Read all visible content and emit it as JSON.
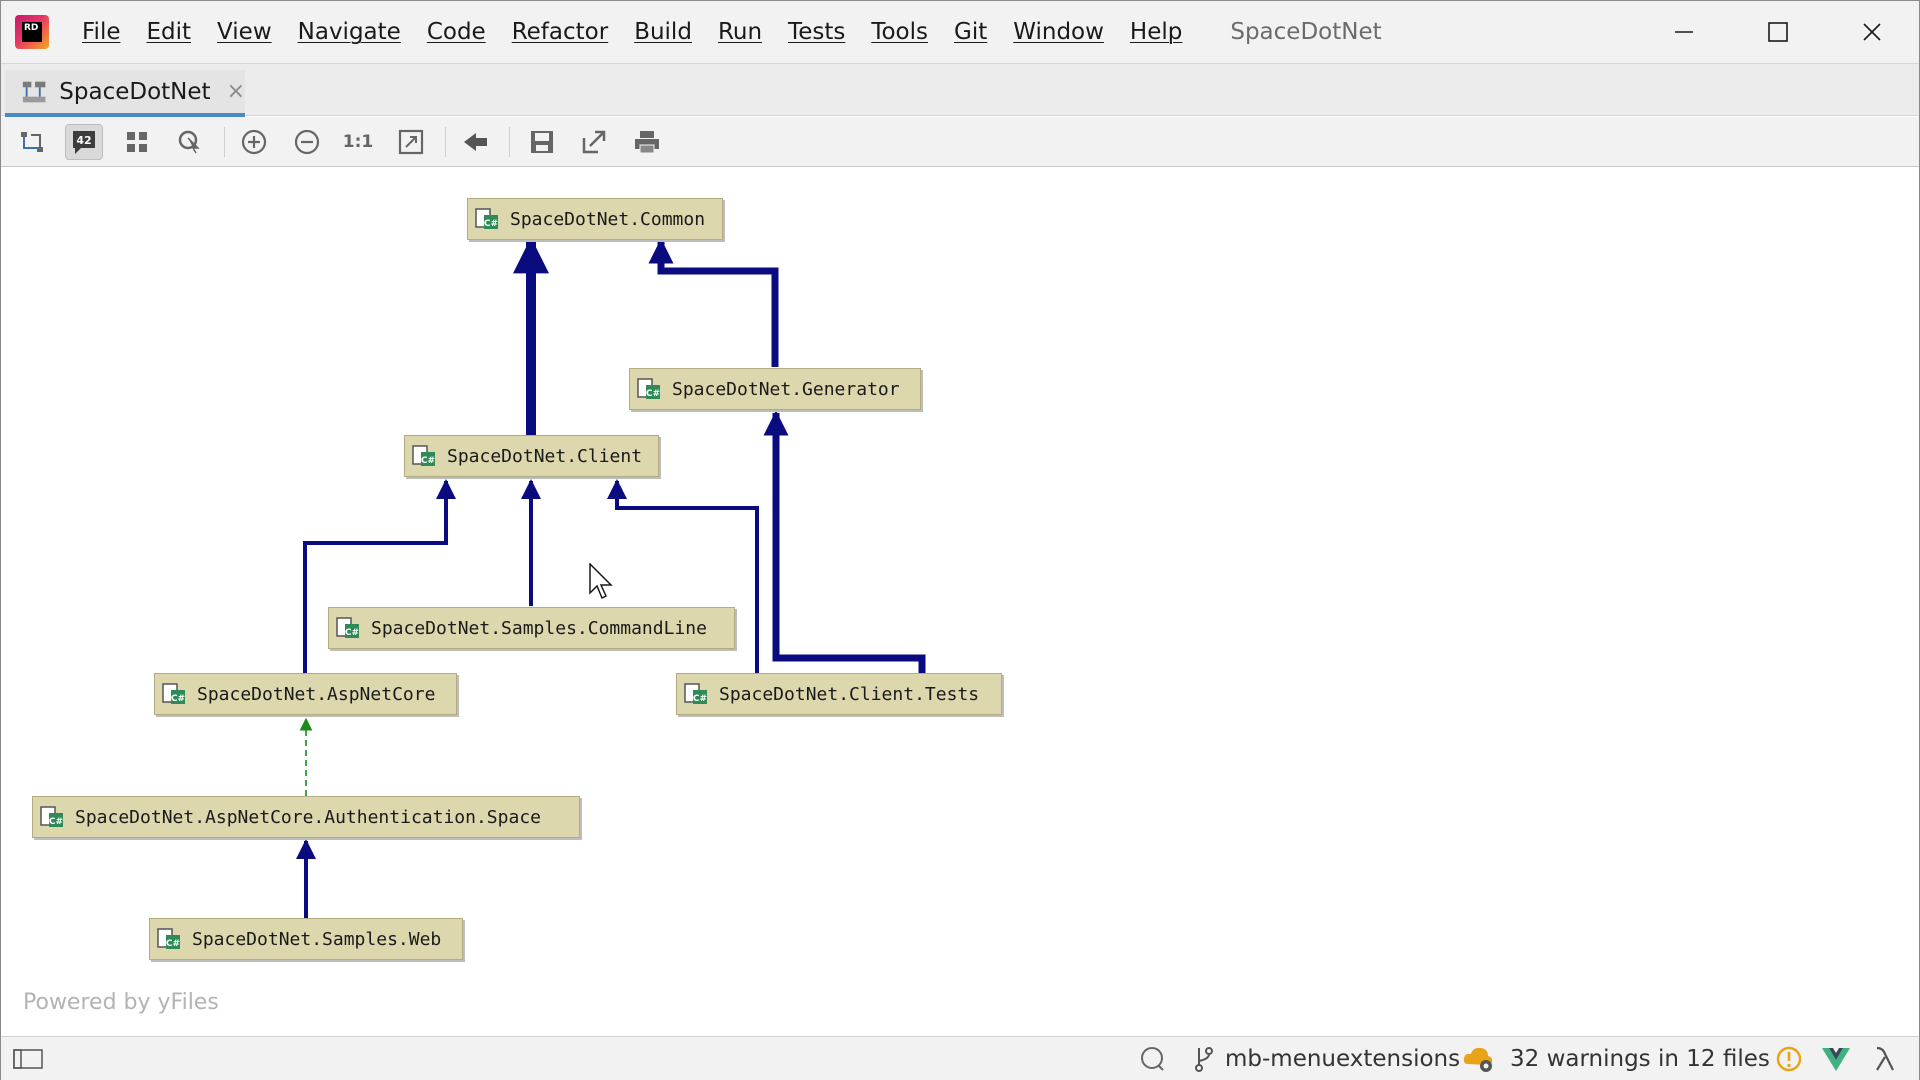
{
  "app": {
    "window_title": "SpaceDotNet",
    "logo_text": "RD"
  },
  "menu": [
    {
      "id": "file",
      "label": "File"
    },
    {
      "id": "edit",
      "label": "Edit"
    },
    {
      "id": "view",
      "label": "View"
    },
    {
      "id": "navigate",
      "label": "Navigate"
    },
    {
      "id": "code",
      "label": "Code"
    },
    {
      "id": "refactor",
      "label": "Refactor"
    },
    {
      "id": "build",
      "label": "Build"
    },
    {
      "id": "run",
      "label": "Run"
    },
    {
      "id": "tests",
      "label": "Tests"
    },
    {
      "id": "tools",
      "label": "Tools"
    },
    {
      "id": "git",
      "label": "Git"
    },
    {
      "id": "window",
      "label": "Window"
    },
    {
      "id": "help",
      "label": "Help"
    }
  ],
  "tab": {
    "label": "SpaceDotNet",
    "close_symbol": "×"
  },
  "toolbar": {
    "zoom_actual_label": "1:1",
    "badge_count": "42"
  },
  "diagram": {
    "nodes": [
      {
        "id": "common",
        "label": "SpaceDotNet.Common"
      },
      {
        "id": "generator",
        "label": "SpaceDotNet.Generator"
      },
      {
        "id": "client",
        "label": "SpaceDotNet.Client"
      },
      {
        "id": "samples-commandline",
        "label": "SpaceDotNet.Samples.CommandLine"
      },
      {
        "id": "aspnetcore",
        "label": "SpaceDotNet.AspNetCore"
      },
      {
        "id": "client-tests",
        "label": "SpaceDotNet.Client.Tests"
      },
      {
        "id": "aspnetcore-auth-space",
        "label": "SpaceDotNet.AspNetCore.Authentication.Space"
      },
      {
        "id": "samples-web",
        "label": "SpaceDotNet.Samples.Web"
      }
    ],
    "edges": [
      {
        "from": "client",
        "to": "common",
        "style": "thick"
      },
      {
        "from": "generator",
        "to": "common",
        "style": "thick"
      },
      {
        "from": "client-tests",
        "to": "generator",
        "style": "thick"
      },
      {
        "from": "samples-commandline",
        "to": "client",
        "style": "normal"
      },
      {
        "from": "aspnetcore",
        "to": "client",
        "style": "normal"
      },
      {
        "from": "client-tests",
        "to": "client",
        "style": "normal"
      },
      {
        "from": "aspnetcore-auth-space",
        "to": "aspnetcore",
        "style": "dashed"
      },
      {
        "from": "samples-web",
        "to": "aspnetcore-auth-space",
        "style": "normal"
      }
    ],
    "edge_color": "#0b0b80",
    "dashed_edge_color": "#1a8a1a",
    "node_color": "#dcd7ad",
    "watermark": "Powered by yFiles"
  },
  "status": {
    "branch": "mb-menuextensions",
    "warnings": "32 warnings in 12 files"
  }
}
